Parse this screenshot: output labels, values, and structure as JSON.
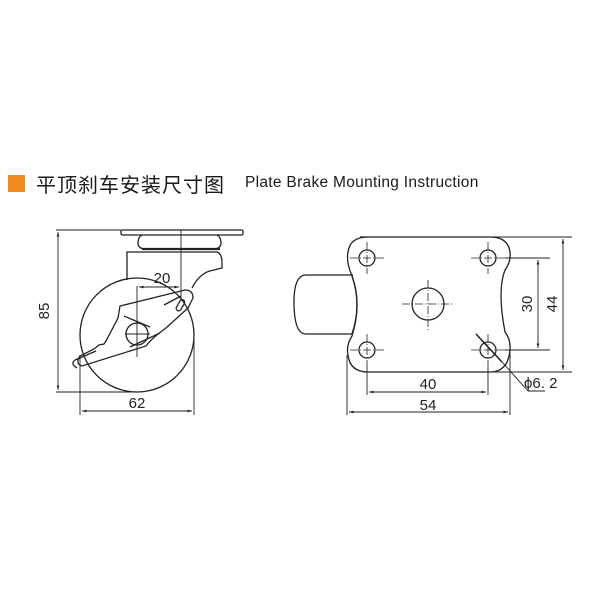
{
  "header": {
    "marker_color": "#f08c1e",
    "title_cn": "平顶刹车安装尺寸图",
    "title_en": "Plate Brake Mounting Instruction"
  },
  "side_view": {
    "height_label": "85",
    "width_label": "62",
    "offset_label": "20"
  },
  "top_view": {
    "hole_spacing_x_label": "40",
    "plate_width_label": "54",
    "hole_spacing_y_label": "30",
    "plate_height_label": "44",
    "hole_diameter_label": "ϕ6. 2"
  },
  "colors": {
    "line": "#222222",
    "accent": "#f08c1e"
  }
}
